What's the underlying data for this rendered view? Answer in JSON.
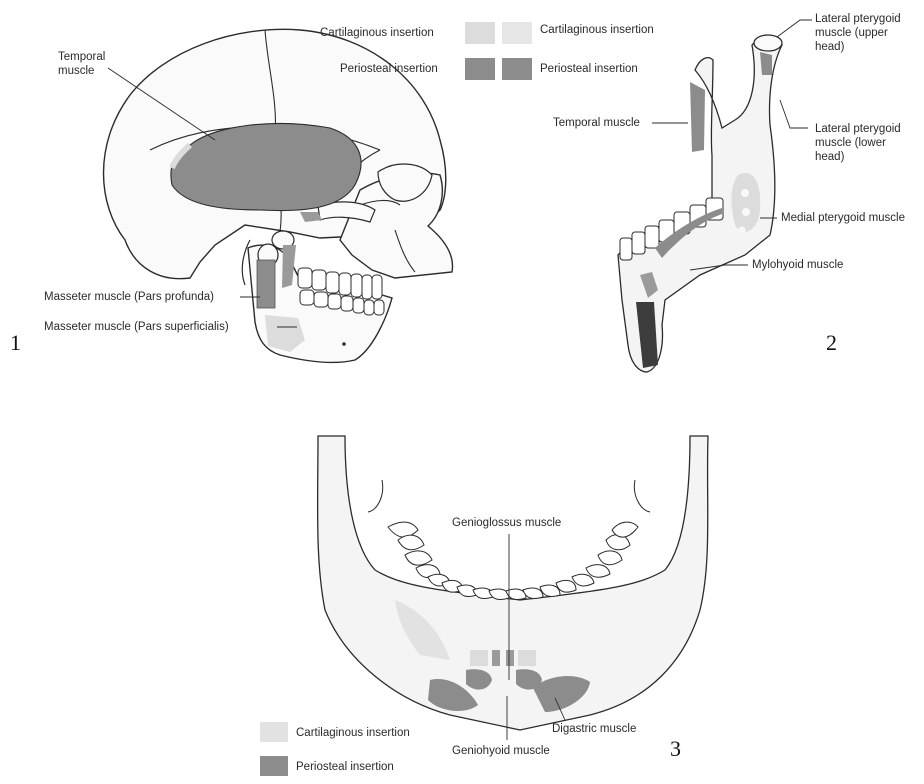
{
  "colors": {
    "cartilaginous": "#dcdcdc",
    "periosteal": "#8c8c8c",
    "bone": "#fafafa",
    "outline": "#2b2b2b"
  },
  "legend_top": {
    "cartilaginous_left": "Cartilaginous insertion",
    "periosteal_left": "Periosteal insertion",
    "cartilaginous_right": "Cartilaginous insertion",
    "periosteal_right": "Periosteal insertion"
  },
  "figure1": {
    "number": "1",
    "temporal_muscle": "Temporal muscle",
    "masseter_profunda": "Masseter muscle (Pars profunda)",
    "masseter_superficialis": "Masseter muscle (Pars superficialis)"
  },
  "figure2": {
    "number": "2",
    "lateral_pterygoid_upper": "Lateral pterygoid muscle (upper head)",
    "lateral_pterygoid_lower": "Lateral pterygoid muscle (lower head)",
    "temporal_muscle": "Temporal muscle",
    "medial_pterygoid": "Medial pterygoid muscle",
    "mylohyoid": "Mylohyoid muscle"
  },
  "figure3": {
    "number": "3",
    "genioglossus": "Genioglossus muscle",
    "digastric": "Digastric muscle",
    "geniohyoid": "Geniohyoid muscle",
    "legend_cartilaginous": "Cartilaginous insertion",
    "legend_periosteal": "Periosteal insertion"
  }
}
